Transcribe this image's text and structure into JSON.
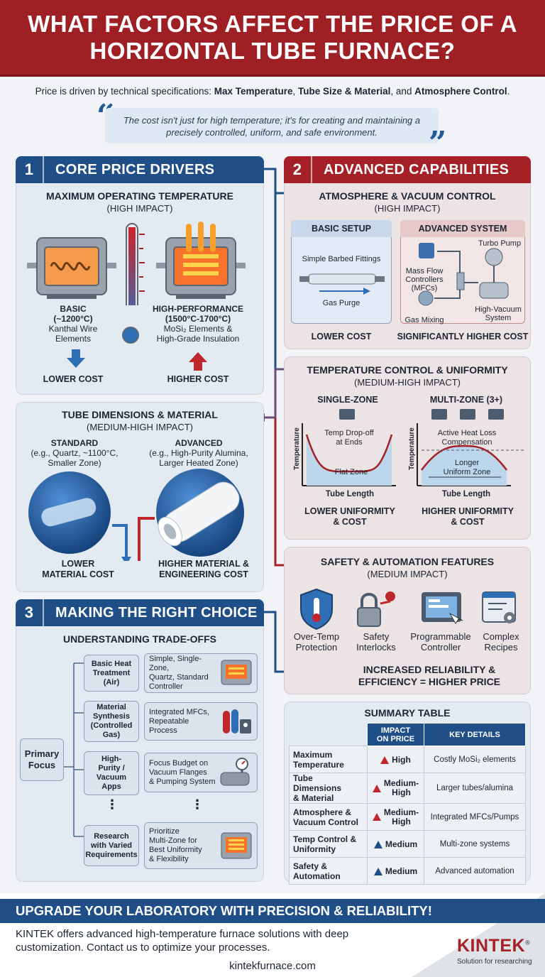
{
  "title": "WHAT FACTORS AFFECT THE PRICE OF A HORIZONTAL TUBE FURNACE?",
  "intro": {
    "lead": "Price is driven by technical specifications: ",
    "b1": "Max Temperature",
    "sep1": ", ",
    "b2": "Tube Size & Material",
    "sep2": ", and ",
    "b3": "Atmosphere Control",
    "end": "."
  },
  "quote": "The cost isn't just for high temperature; it's for creating and maintaining a precisely controlled, uniform, and safe environment.",
  "s1": {
    "num": "1",
    "title": "CORE PRICE DRIVERS",
    "temp": {
      "title": "MAXIMUM OPERATING TEMPERATURE",
      "impact": "(HIGH IMPACT)",
      "basic": {
        "t1": "BASIC",
        "t2": "(~1200°C)",
        "d1": "Kanthal Wire",
        "d2": "Elements",
        "cost": "LOWER COST"
      },
      "high": {
        "t1": "HIGH-PERFORMANCE",
        "t2": "(1500°C-1700°C)",
        "d1": "MoSi₂ Elements &",
        "d2": "High-Grade Insulation",
        "cost": "HIGHER COST"
      }
    },
    "tube": {
      "title": "TUBE DIMENSIONS & MATERIAL",
      "impact": "(MEDIUM-HIGH IMPACT)",
      "std": {
        "t": "STANDARD",
        "d1": "(e.g., Quartz, ~1100°C,",
        "d2": "Smaller Zone)",
        "c1": "LOWER",
        "c2": "MATERIAL COST"
      },
      "adv": {
        "t": "ADVANCED",
        "d1": "(e.g., High-Purity Alumina,",
        "d2": "Larger Heated Zone)",
        "c1": "HIGHER MATERIAL &",
        "c2": "ENGINEERING COST"
      }
    }
  },
  "s2": {
    "num": "2",
    "title": "ADVANCED CAPABILITIES",
    "atm": {
      "title": "ATMOSPHERE & VACUUM CONTROL",
      "impact": "(HIGH IMPACT)",
      "basic": {
        "t": "BASIC SETUP",
        "l1": "Simple Barbed Fittings",
        "l2": "Gas Purge",
        "cost": "LOWER COST"
      },
      "adv": {
        "t": "ADVANCED SYSTEM",
        "l1": "Turbo Pump",
        "l2a": "Mass Flow",
        "l2b": "Controllers",
        "l2c": "(MFCs)",
        "l3": "Gas Mixing",
        "l4a": "High-Vacuum",
        "l4b": "System",
        "cost": "SIGNIFICANTLY HIGHER COST"
      }
    },
    "uni": {
      "title": "TEMPERATURE CONTROL & UNIFORMITY",
      "impact": "(MEDIUM-HIGH IMPACT)",
      "single": {
        "t": "SINGLE-ZONE",
        "a1": "Temp Drop-off",
        "a2": "at Ends",
        "zone": "Flat Zone",
        "y": "Temperature",
        "x": "Tube Length",
        "c1": "LOWER UNIFORMITY",
        "c2": "& COST"
      },
      "multi": {
        "t": "MULTI-ZONE (3+)",
        "a1": "Active Heat Loss",
        "a2": "Compensation",
        "z1": "Longer",
        "z2": "Uniform Zone",
        "y": "Temperature",
        "x": "Tube Length",
        "c1": "HIGHER UNIFORMITY",
        "c2": "& COST"
      }
    },
    "safe": {
      "title": "SAFETY & AUTOMATION FEATURES",
      "impact": "(MEDIUM IMPACT)",
      "items": [
        {
          "a": "Over-Temp",
          "b": "Protection"
        },
        {
          "a": "Safety",
          "b": "Interlocks"
        },
        {
          "a": "Programmable",
          "b": "Controller"
        },
        {
          "a": "Complex",
          "b": "Recipes"
        }
      ],
      "r1": "INCREASED RELIABILITY &",
      "r2": "EFFICIENCY = HIGHER PRICE"
    }
  },
  "s3": {
    "num": "3",
    "title": "MAKING THE RIGHT CHOICE",
    "sub": "UNDERSTANDING TRADE-OFFS",
    "focus1": "Primary",
    "focus2": "Focus",
    "rows": [
      {
        "o1": "Basic Heat",
        "o2": "Treatment",
        "o3": "(Air)",
        "d1": "Simple, Single-Zone,",
        "d2": "Quartz, Standard",
        "d3": "Controller"
      },
      {
        "o1": "Material",
        "o2": "Synthesis",
        "o3": "(Controlled",
        "o4": "Gas)",
        "d1": "Integrated MFCs,",
        "d2": "Repeatable",
        "d3": "Process"
      },
      {
        "o1": "High-",
        "o2": "Purity /",
        "o3": "Vacuum",
        "o4": "Apps",
        "d1": "Focus Budget on",
        "d2": "Vacuum Flanges",
        "d3": "& Pumping System"
      },
      {
        "o1": "Research",
        "o2": "with Varied",
        "o3": "Requirements",
        "d1": "Prioritize",
        "d2": "Multi-Zone for",
        "d3": "Best Uniformity",
        "d4": "& Flexibility"
      }
    ],
    "dots": "⋮"
  },
  "summary": {
    "title": "SUMMARY TABLE",
    "h1": "IMPACT",
    "h1b": "ON PRICE",
    "h2": "KEY DETAILS",
    "rows": [
      {
        "f1": "Maximum",
        "f2": "Temperature",
        "i1": "High",
        "i2": "",
        "d": "Costly MoSi₂ elements"
      },
      {
        "f1": "Tube Dimensions",
        "f2": "& Material",
        "i1": "Medium-",
        "i2": "High",
        "d": "Larger tubes/alumina"
      },
      {
        "f1": "Atmosphere &",
        "f2": "Vacuum Control",
        "i1": "Medium-",
        "i2": "High",
        "d": "Integrated MFCs/Pumps"
      },
      {
        "f1": "Temp Control &",
        "f2": "Uniformity",
        "i1": "Medium",
        "i2": "",
        "d": "Multi-zone systems"
      },
      {
        "f1": "Safety &",
        "f2": "Automation",
        "i1": "Medium",
        "i2": "",
        "d": "Advanced automation"
      }
    ]
  },
  "footer": {
    "band": "UPGRADE YOUR LABORATORY WITH PRECISION & RELIABILITY!",
    "text1": "KINTEK offers advanced high-temperature furnace solutions with deep",
    "text2": "customization. Contact us to optimize your processes.",
    "url": "kintekfurnace.com",
    "brand": "KINTEK",
    "reg": "®",
    "tag": "Solution for researching"
  },
  "colors": {
    "red": "#a52127",
    "blue": "#1f4f86",
    "purple": "#6b4d7a"
  }
}
